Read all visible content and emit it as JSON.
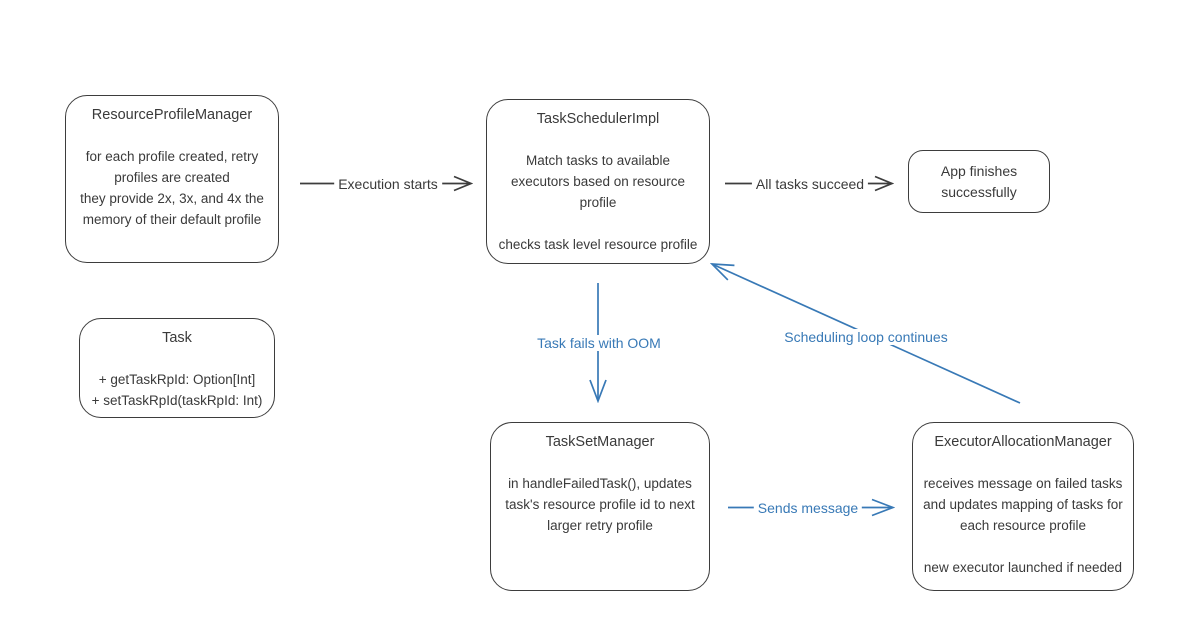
{
  "colors": {
    "ink": "#3a3a3a",
    "border": "#3d3d3d",
    "blue": "#3879b6",
    "background": "#ffffff"
  },
  "boxes": {
    "rpm": {
      "title": "ResourceProfileManager",
      "lines": [
        "for each profile created, retry",
        "profiles are created",
        "they provide 2x, 3x, and 4x the",
        "memory of their default profile"
      ]
    },
    "tsi": {
      "title": "TaskSchedulerImpl",
      "lines": [
        "Match tasks to available",
        "executors based on resource",
        "profile",
        "",
        "checks task level resource profile"
      ]
    },
    "app": {
      "lines": [
        "App finishes",
        "successfully"
      ]
    },
    "task": {
      "title": "Task",
      "lines": [
        "+ getTaskRpId: Option[Int]",
        "+ setTaskRpId(taskRpId: Int)"
      ]
    },
    "tsm": {
      "title": "TaskSetManager",
      "lines": [
        "in handleFailedTask(), updates",
        "task's resource profile id to next",
        "larger retry profile"
      ]
    },
    "eam": {
      "title": "ExecutorAllocationManager",
      "lines": [
        "receives message on failed tasks",
        "and updates mapping of tasks for",
        "each resource profile",
        "",
        "new executor launched if needed"
      ]
    }
  },
  "arrows": {
    "execution_starts": {
      "label": "Execution starts"
    },
    "all_tasks_succeed": {
      "label": "All tasks succeed"
    },
    "task_fails_oom": {
      "label": "Task fails with OOM"
    },
    "scheduling_loop": {
      "label": "Scheduling loop continues"
    },
    "sends_message": {
      "label": "Sends message"
    }
  }
}
